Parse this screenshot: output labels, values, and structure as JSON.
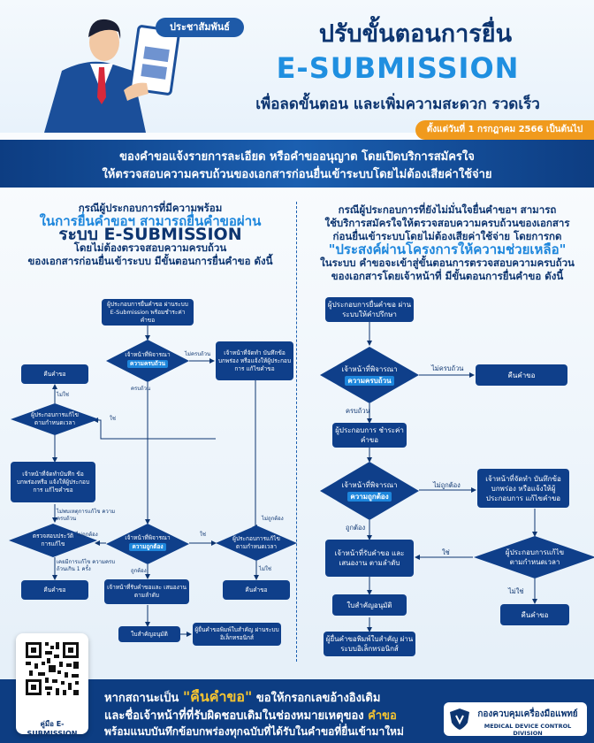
{
  "header": {
    "badge": "ประชาสัมพันธ์",
    "title_line1": "ปรับขั้นตอนการยื่น",
    "title_line2": "E-SUBMISSION",
    "title_line3": "เพื่อลดขั้นตอน และเพิ่มความสะดวก รวดเร็ว",
    "effective_date": "ตั้งแต่วันที่ 1 กรกฎาคม 2566 เป็นต้นไป"
  },
  "intro": {
    "line1": "ของคำขอแจ้งรายการละเอียด หรือคำขออนุญาต โดยเปิดบริการสมัครใจ",
    "line2": "ให้ตรวจสอบความครบถ้วนของเอกสารก่อนยื่นเข้าระบบโดยไม่ต้องเสียค่าใช้จ่าย"
  },
  "left": {
    "desc1": "กรณีผู้ประกอบการที่มีความพร้อม",
    "desc2": "ในการยื่นคำขอฯ สามารถยื่นคำขอผ่าน",
    "desc3": "ระบบ E-SUBMISSION",
    "desc4": "โดยไม่ต้องตรวจสอบความครบถ้วน",
    "desc5": "ของเอกสารก่อนยื่นเข้าระบบ มีขั้นตอนการยื่นคำขอ ดังนี้",
    "flow": {
      "start": "ผู้ประกอบการยื่นคำขอ ผ่านระบบ E-Submission พร้อมชำระค่าคำขอ",
      "d1_top": "เจ้าหน้าที่พิจารณา",
      "d1_hl": "ความครบถ้วน",
      "lbl_incomplete": "ไม่ครบถ้วน",
      "lbl_complete": "ครบถ้วน",
      "notify1": "เจ้าหน้าที่จัดทำ บันทึกข้อบกพร่อง หรือแจ้งให้ผู้ประกอบการ แก้ไขคำขอ",
      "return1": "คืนคำขอ",
      "lbl_no1": "ไม่ใช่",
      "fixed1": "ผู้ประกอบการแก้ไข ตามกำหนดเวลา",
      "lbl_yes1": "ใช่",
      "notify2": "เจ้าหน้าที่จัดทำบันทึก ข้อบกพร่องหรือ แจ้งให้ผู้ประกอบการ แก้ไขคำขอ",
      "lbl_defect": "ไม่พบเหตุการแก้ไข ความครบถ้วน",
      "check": "ตรวจสอบประวัติ การแก้ไข",
      "lbl_exceed": "เคยมีการแก้ไข ความครบถ้วนเกิน 1 ครั้ง",
      "return2": "คืนคำขอ",
      "d2_top": "เจ้าหน้าที่พิจารณา",
      "d2_hl": "ความถูกต้อง",
      "lbl_notcorrect": "ไม่ถูกต้อง",
      "lbl_correct": "ถูกต้อง",
      "lbl_yes2": "ใช่",
      "fixed2": "ผู้ประกอบการแก้ไข ตามกำหนดเวลา",
      "lbl_no2": "ไม่ใช่",
      "return3": "คืนคำขอ",
      "receive": "เจ้าหน้าที่รับคำขอและ เสนองานตามลำดับ",
      "approve": "ใบสำคัญอนุมัติ",
      "print": "ผู้ยื่นคำขอพิมพ์ใบสำคัญ ผ่านระบบอิเล็กทรอนิกส์"
    }
  },
  "right": {
    "desc1": "กรณีผู้ประกอบการที่ยังไม่มั่นใจยื่นคำขอฯ สามารถ",
    "desc2": "ใช้บริการสมัครใจให้ตรวจสอบความครบถ้วนของเอกสาร",
    "desc3": "ก่อนยื่นเข้าระบบโดยไม่ต้องเสียค่าใช้จ่าย โดยการกด",
    "desc4": "\"ประสงค์ผ่านโครงการให้ความช่วยเหลือ\"",
    "desc5": "ในระบบ คำขอจะเข้าสู่ขั้นตอนการตรวจสอบความครบถ้วน",
    "desc6": "ของเอกสารโดยเจ้าหน้าที่ มีขั้นตอนการยื่นคำขอ ดังนี้",
    "flow": {
      "start": "ผู้ประกอบการยื่นคำขอ ผ่านระบบให้คำปรึกษา",
      "d1_top": "เจ้าหน้าที่พิจารณา",
      "d1_hl": "ความครบถ้วน",
      "lbl_incomplete": "ไม่ครบถ้วน",
      "return1": "คืนคำขอ",
      "lbl_complete": "ครบถ้วน",
      "pay": "ผู้ประกอบการ ชำระค่าคำขอ",
      "d2_top": "เจ้าหน้าที่พิจารณา",
      "d2_hl": "ความถูกต้อง",
      "lbl_notcorrect": "ไม่ถูกต้อง",
      "notify": "เจ้าหน้าที่จัดทำ บันทึกข้อบกพร่อง หรือแจ้งให้ผู้ประกอบการ แก้ไขคำขอ",
      "lbl_correct": "ถูกต้อง",
      "receive": "เจ้าหน้าที่รับคำขอ และเสนองาน ตามลำดับ",
      "lbl_yes": "ใช่",
      "fixed": "ผู้ประกอบการแก้ไข ตามกำหนดเวลา",
      "lbl_no": "ไม่ใช่",
      "return2": "คืนคำขอ",
      "approve": "ใบสำคัญอนุมัติ",
      "print": "ผู้ยื่นคำขอพิมพ์ใบสำคัญ ผ่านระบบอิเล็กทรอนิกส์"
    }
  },
  "footer": {
    "qr_label": "คู่มือ E-SUBMISSION",
    "line1_a": "หากสถานะเป็น ",
    "line1_hl": "\"คืนคำขอ\"",
    "line1_b": " ขอให้กรอกเลขอ้างอิงเดิม",
    "line2_a": "และชื่อเจ้าหน้าที่ที่รับผิดชอบเดิมในช่องหมายเหตุของ ",
    "line2_hl": "คำขอ",
    "line3": "พร้อมแนบบันทึกข้อบกพร่องทุกฉบับที่ได้รับในคำขอที่ยื่นเข้ามาใหม่",
    "org_th": "กองควบคุมเครื่องมือแพทย์",
    "org_en": "MEDICAL DEVICE CONTROL DIVISION"
  },
  "colors": {
    "navy": "#0f3f8a",
    "accent_blue": "#1d86dc",
    "orange": "#f09a1d",
    "yellow": "#f6c430"
  }
}
